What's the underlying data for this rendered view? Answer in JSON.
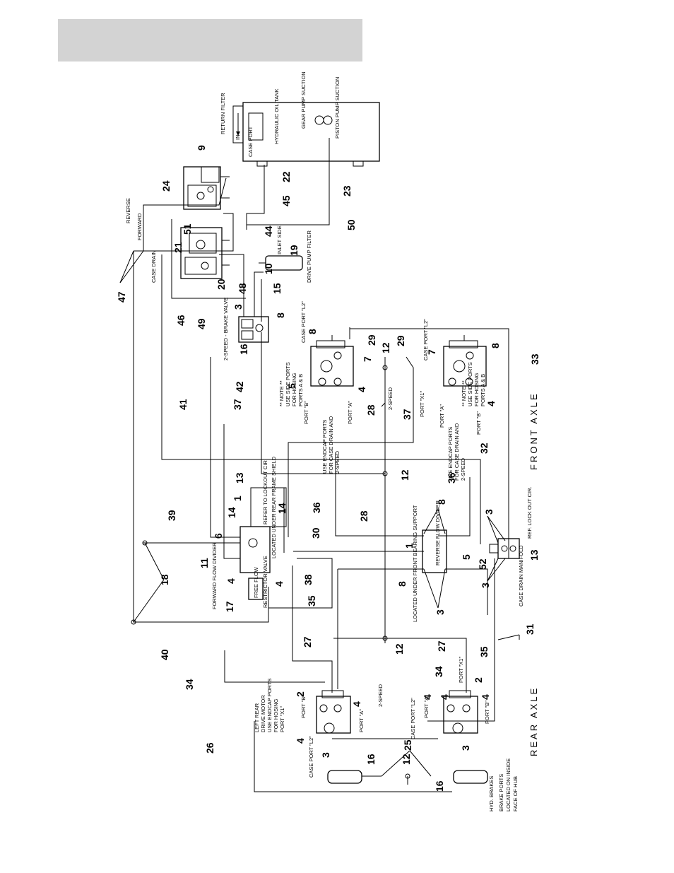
{
  "callouts": [
    "9",
    "24",
    "22",
    "23",
    "51",
    "21",
    "44",
    "19",
    "45",
    "10",
    "20",
    "48",
    "15",
    "50",
    "47",
    "46",
    "49",
    "3",
    "8",
    "16",
    "8",
    "29",
    "12",
    "29",
    "7",
    "7",
    "8",
    "33",
    "42",
    "5",
    "4",
    "4",
    "41",
    "37",
    "28",
    "37",
    "32",
    "12",
    "36",
    "13",
    "1",
    "14",
    "14",
    "36",
    "28",
    "8",
    "3",
    "39",
    "6",
    "30",
    "1",
    "11",
    "4",
    "4",
    "18",
    "52",
    "13",
    "5",
    "3",
    "8",
    "38",
    "35",
    "17",
    "3",
    "40",
    "27",
    "12",
    "27",
    "35",
    "31",
    "34",
    "34",
    "2",
    "2",
    "4",
    "4",
    "4",
    "4",
    "4",
    "26",
    "3",
    "3",
    "25",
    "16",
    "12",
    "16"
  ],
  "labels": {
    "return_filter": "RETURN FILTER",
    "in": "IN",
    "case_port": "CASE PORT",
    "hydraulic_oil_tank": "HYDRAULIC OIL TANK",
    "gear_pump_suction": "GEAR PUMP SUCTION",
    "piston_pump_suction": "PISTON PUMP SUCTION",
    "reverse": "REVERSE",
    "forward": "FORWARD",
    "case_drain": "CASE DRAIN",
    "inlet_side": "INLET SIDE",
    "drive_pump_filter": "DRIVE PUMP FILTER",
    "two_speed_brake_valve": "2-SPEED - BRAKE VALVE",
    "case_port_l2_a": "CASE PORT \"L2\"",
    "note_a1": "** NOTE **",
    "note_a2": "USE SIDE PORTS",
    "note_a3": "FOR HOSING",
    "note_a4": "PORTS A & B",
    "port_b_a": "PORT \"B\"",
    "port_a_a": "PORT \"A\"",
    "use_endcap_a1": "USE ENDCAP PORTS",
    "use_endcap_a2": "FOR CASE DRAIN AND",
    "use_endcap_a3": "2-SPEED",
    "two_speed_1": "2-SPEED",
    "case_port_l2_b": "CASE PORT \"L2\"",
    "port_x1_a": "PORT \"X1\"",
    "port_a_b": "PORT \"A\"",
    "port_b_b": "PORT \"B\"",
    "note_b1": "** NOTE **",
    "note_b2": "USE SIDE PORTS",
    "note_b3": "FOR HOSING",
    "note_b4": "PORTS A & B",
    "use_endcap_b1": "USE ENDCAP PORTS",
    "use_endcap_b2": "FOR CASE DRAIN AND",
    "use_endcap_b3": "2-SPEED",
    "front_axle": "FRONT AXLE",
    "refer_to_lockout_cir": "REFER TO LOCKOUT CIR.",
    "located_under_rear_frame_shield": "LOCATED UNDER REAR FRAME SHIELD",
    "reverse_flow_divider": "REVERSE FLOW DIVIDER",
    "located_under_front_bearing_support": "LOCATED UNDER FRONT BEARING SUPPORT",
    "ref_lock_out_cir": "REF. LOCK OUT CIR.",
    "case_drain_manifold": "CASE DRAIN MANIFOLD",
    "forward_flow_divider": "FORWARD FLOW DIVIDER",
    "restrictor_valve": "RESTRICTOR VALVE",
    "free_flow": "FREE FLOW",
    "two_speed_2": "2-SPEED",
    "left_rear_1": "LEFT REAR",
    "left_rear_2": "DRIVE MOTOR",
    "left_rear_3": "USE ENDCAP PORTS",
    "left_rear_4": "FOR HOSING",
    "port_x1_b": "PORT \"X1\"",
    "port_b_c": "PORT \"B\"",
    "port_a_c": "PORT \"A\"",
    "case_port_l2_c": "CASE PORT \"L2\"",
    "case_port_l2_d": "CASE PORT \"L2\"",
    "port_a_d": "PORT \"A\"",
    "port_b_d": "PORT \"B\"",
    "port_x1_c": "PORT \"X1\"",
    "rear_axle": "REAR AXLE",
    "hyd_brakes_1": "HYD. BRAKES",
    "hyd_brakes_2": "BRAKE PORTS",
    "hyd_brakes_3": "LOCATED ON INSIDE",
    "hyd_brakes_4": "FACE OF HUB"
  }
}
